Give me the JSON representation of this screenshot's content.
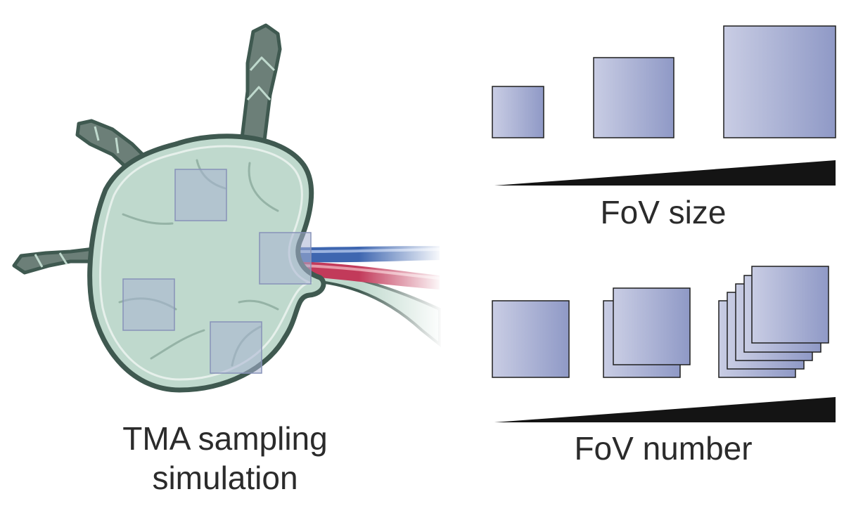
{
  "left_panel": {
    "caption_line1": "TMA sampling",
    "caption_line2": "simulation"
  },
  "top_right": {
    "label": "FoV size"
  },
  "bottom_right": {
    "label": "FoV number"
  },
  "colors": {
    "tissue_fill": "#bfd9cd",
    "tissue_outline": "#3f5950",
    "lymph_vessel": "#6c7f78",
    "artery": "#c23a5a",
    "vein": "#3e66b0",
    "fov_gradient_start": "#c9cde4",
    "fov_gradient_end": "#8f99c6",
    "wedge": "#141414"
  }
}
